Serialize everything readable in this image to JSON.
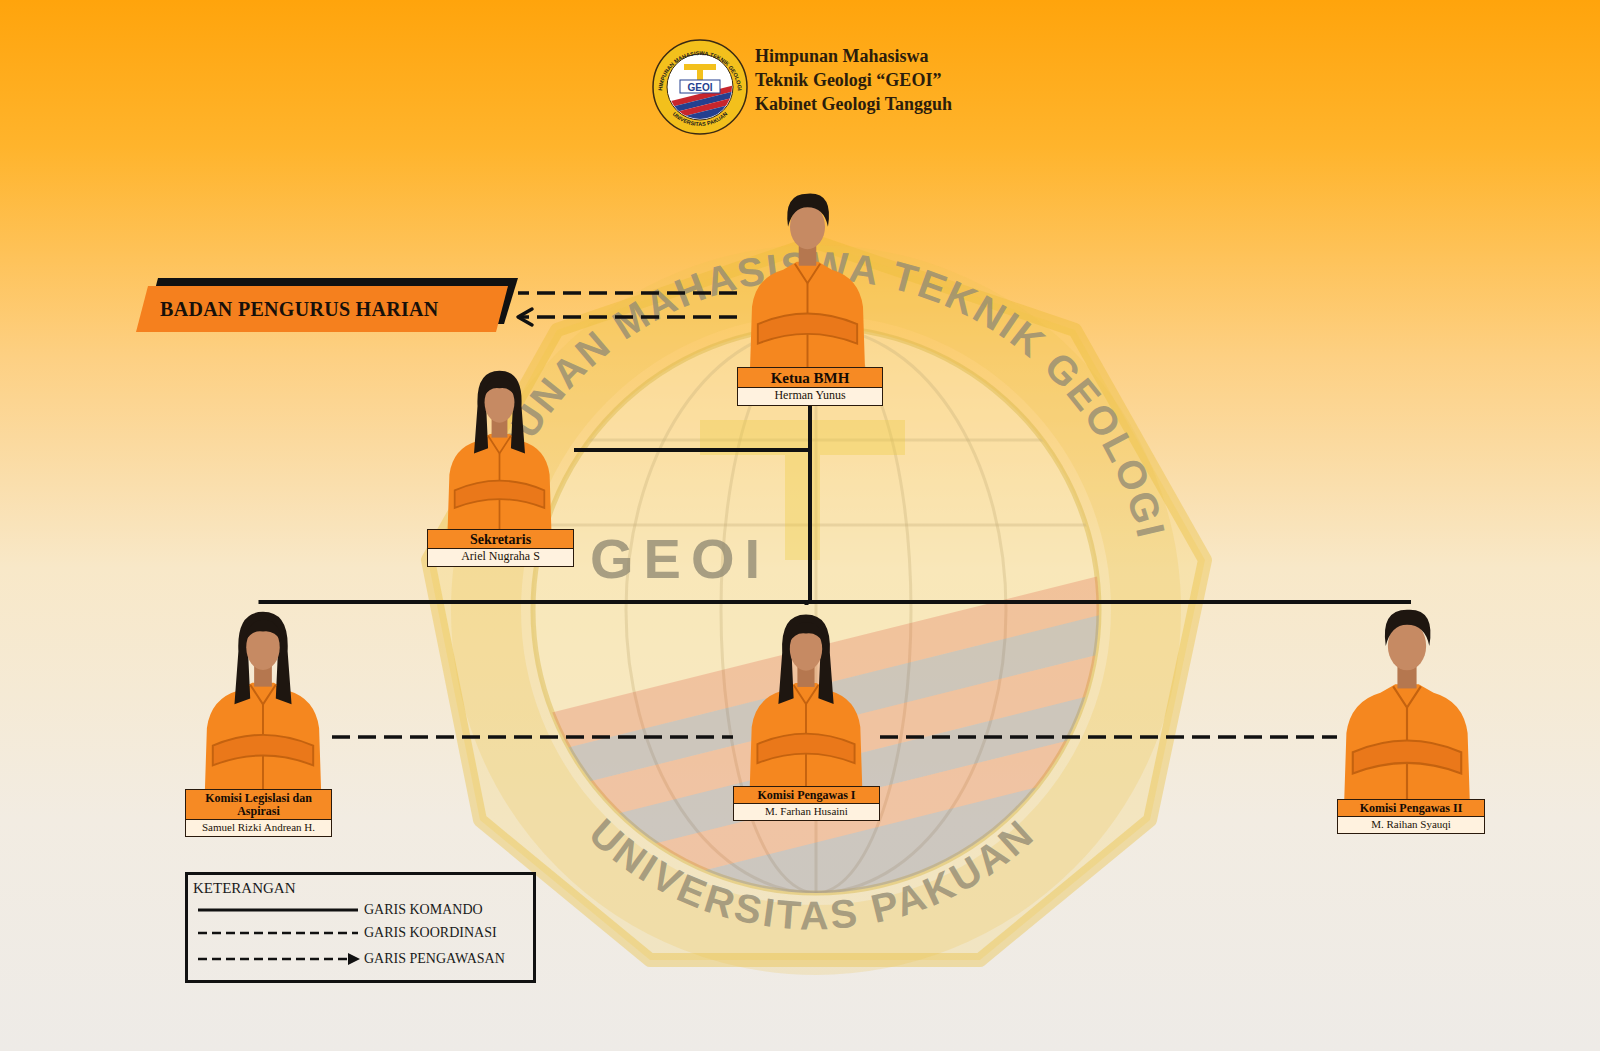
{
  "diagram": {
    "nodes": [
      {
        "text": [
          "BADAN PENGURUS HARIAN"
        ]
      },
      {
        "text": [
          "Ketua BMH",
          "Herman Yunus"
        ]
      },
      {
        "text": [
          "Sekretaris",
          "Ariel Nugraha S"
        ]
      },
      {
        "text": [
          "Komisi Legislasi dan Aspirasi",
          "Samuel Rizki Andrean H."
        ]
      },
      {
        "text": [
          "Komisi Pengawas I",
          "M. Farhan Husaini"
        ]
      },
      {
        "text": [
          "Komisi Pengawas II",
          "M. Raihan Syauqi"
        ]
      }
    ],
    "edges": [
      {
        "from": 1,
        "to": 0,
        "arrow": "none"
      },
      {
        "from": 1,
        "to": 0,
        "arrow": "to"
      },
      {
        "from": 1,
        "to": 2,
        "arrow": "none"
      },
      {
        "from": 1,
        "to": 3,
        "arrow": "none"
      },
      {
        "from": 1,
        "to": 4,
        "arrow": "none"
      },
      {
        "from": 1,
        "to": 5,
        "arrow": "none"
      },
      {
        "from": 3,
        "to": 4,
        "arrow": "none"
      },
      {
        "from": 4,
        "to": 5,
        "arrow": "none"
      }
    ],
    "labels": [
      "Himpunan Mahasiswa",
      "Teknik Geologi “GEOI”",
      "Kabinet Geologi Tangguh",
      "HIMPUNAN MAHASISWA TEKNIK GEOLOGI",
      "GEOI",
      "UNIVERSITAS PAKUAN",
      "HIMPUNAN MAHASISWA TEKNIK GEOLOGI",
      "GEOI",
      "UNIVERSITAS PAKUAN",
      "KETERANGAN"
    ],
    "legend": [
      {
        "text": "GARIS KOMANDO"
      },
      {
        "text": "GARIS KOORDINASI"
      },
      {
        "text": "GARIS PENGAWASAN"
      }
    ]
  }
}
